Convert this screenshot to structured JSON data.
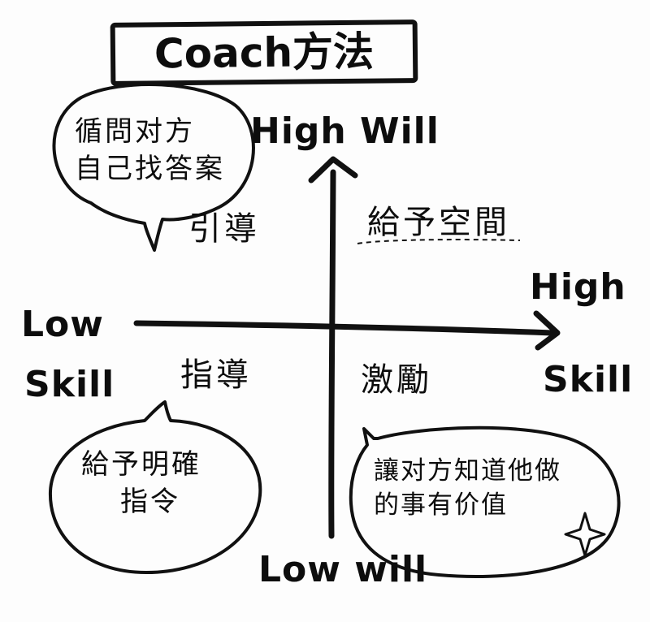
{
  "title": "Coach方法",
  "axes": {
    "top": "High Will",
    "bottom": "Low will",
    "left_line1": "Low",
    "left_line2": "Skill",
    "right_line1": "High",
    "right_line2": "Skill"
  },
  "quadrants": {
    "top_left": "引導",
    "top_right": "給予空間",
    "bottom_left": "指導",
    "bottom_right": "激勵"
  },
  "bubbles": {
    "top_left": [
      "循問对方",
      "自己找答案"
    ],
    "bottom_left": [
      "給予明確",
      "指令"
    ],
    "bottom_right": [
      "讓对方知道他做",
      "的事有价值"
    ]
  },
  "colors": {
    "ink": "#111111",
    "paper": "#fdfdfd"
  },
  "icons": {
    "sparkle": "four-point-star-icon"
  }
}
